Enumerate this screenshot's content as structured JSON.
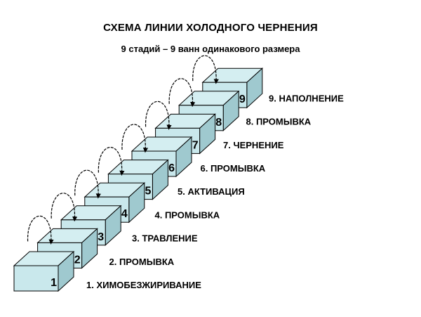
{
  "title": "СХЕМА ЛИНИИ ХОЛОДНОГО ЧЕРНЕНИЯ",
  "subtitle": "9 стадий – 9 ванн одинакового размера",
  "colors": {
    "tank_front": "#c9e8ec",
    "tank_top": "#d4eef1",
    "tank_side": "#9fc9cf",
    "outline": "#000000",
    "arrow": "#000000"
  },
  "stages": [
    {
      "number": "1",
      "label": "1. ХИМОБЕЗЖИРИВАНИЕ"
    },
    {
      "number": "2",
      "label": "2. ПРОМЫВКА"
    },
    {
      "number": "3",
      "label": "3. ТРАВЛЕНИЕ"
    },
    {
      "number": "4",
      "label": "4. ПРОМЫВКА"
    },
    {
      "number": "5",
      "label": "5. АКТИВАЦИЯ"
    },
    {
      "number": "6",
      "label": "6. ПРОМЫВКА"
    },
    {
      "number": "7",
      "label": "7. ЧЕРНЕНИЕ"
    },
    {
      "number": "8",
      "label": "8. ПРОМЫВКА"
    },
    {
      "number": "9",
      "label": "9. НАПОЛНЕНИЕ"
    }
  ]
}
